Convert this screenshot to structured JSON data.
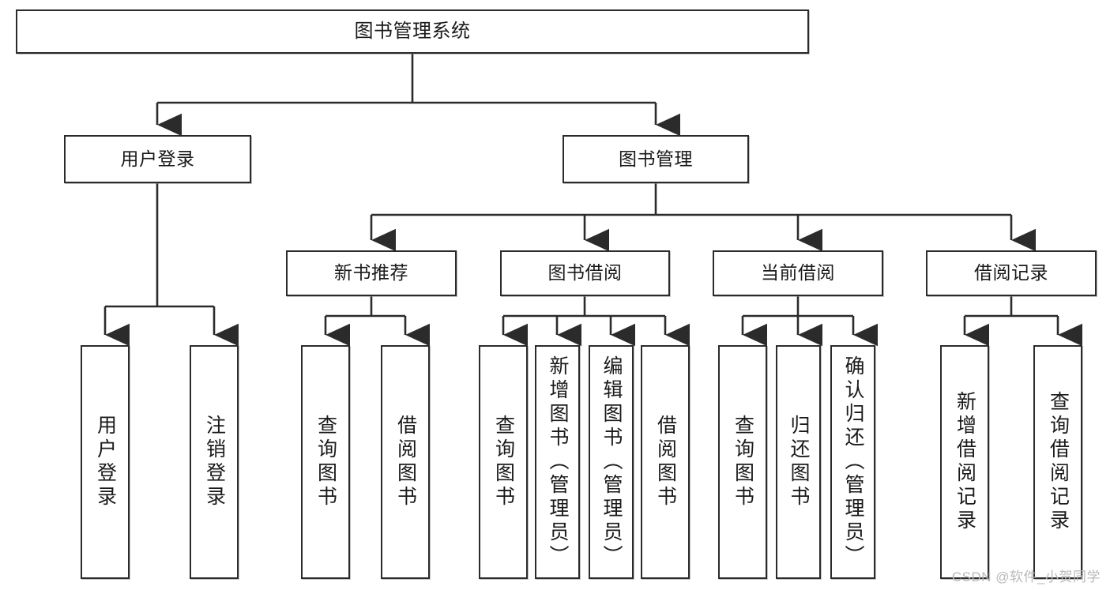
{
  "diagram": {
    "title": "图书管理系统",
    "type": "tree-hierarchy",
    "line_color": "#2b2b2b",
    "box_fill": "#ffffff",
    "text_color": "#1a1a1a",
    "root": {
      "label": "图书管理系统"
    },
    "level2": [
      {
        "label": "用户登录"
      },
      {
        "label": "图书管理"
      }
    ],
    "level3": [
      {
        "label": "新书推荐"
      },
      {
        "label": "图书借阅"
      },
      {
        "label": "当前借阅"
      },
      {
        "label": "借阅记录"
      }
    ],
    "leaves": {
      "user_login": [
        {
          "label": "用户登录"
        },
        {
          "label": "注销登录"
        }
      ],
      "new_book_recommend": [
        {
          "label": "查询图书"
        },
        {
          "label": "借阅图书"
        }
      ],
      "book_borrow": [
        {
          "label": "查询图书"
        },
        {
          "label": "新增图书（管理员）"
        },
        {
          "label": "编辑图书（管理员）"
        },
        {
          "label": "借阅图书"
        }
      ],
      "current_borrow": [
        {
          "label": "查询图书"
        },
        {
          "label": "归还图书"
        },
        {
          "label": "确认归还（管理员）"
        }
      ],
      "borrow_record": [
        {
          "label": "新增借阅记录"
        },
        {
          "label": "查询借阅记录"
        }
      ]
    }
  },
  "watermark": {
    "text": "CSDN @软件_小贺同学"
  }
}
